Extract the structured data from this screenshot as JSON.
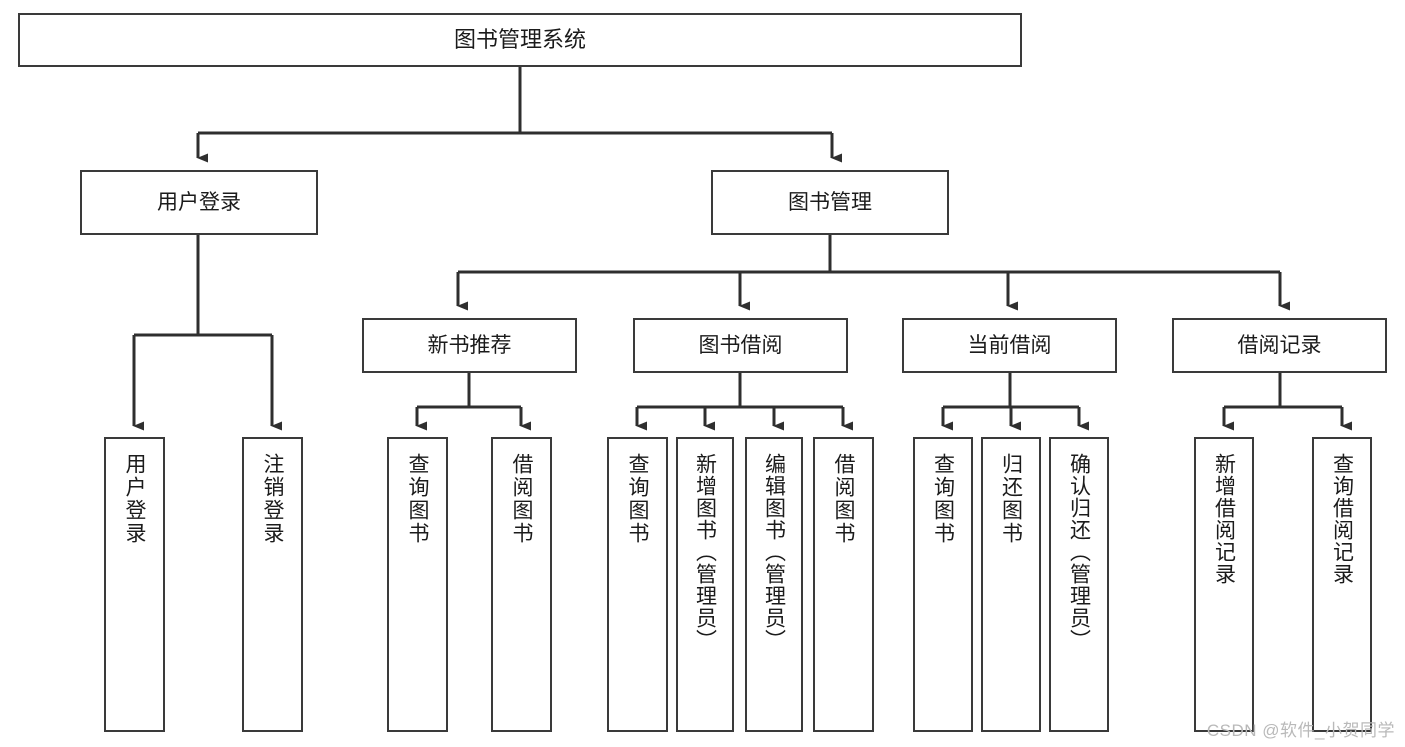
{
  "diagram": {
    "type": "tree",
    "title": "图书管理系统",
    "root": {
      "label": "图书管理系统"
    },
    "level2": [
      {
        "label": "用户登录"
      },
      {
        "label": "图书管理"
      }
    ],
    "level3": [
      {
        "label": "新书推荐"
      },
      {
        "label": "图书借阅"
      },
      {
        "label": "当前借阅"
      },
      {
        "label": "借阅记录"
      }
    ],
    "leaves": {
      "user_login": [
        {
          "label": "用户登录"
        },
        {
          "label": "注销登录"
        }
      ],
      "new_book_recommend": [
        {
          "label": "查询图书"
        },
        {
          "label": "借阅图书"
        }
      ],
      "book_borrow": [
        {
          "label": "查询图书"
        },
        {
          "label": "新增图书（管理员）"
        },
        {
          "label": "编辑图书（管理员）"
        },
        {
          "label": "借阅图书"
        }
      ],
      "current_borrow": [
        {
          "label": "查询图书"
        },
        {
          "label": "归还图书"
        },
        {
          "label": "确认归还（管理员）"
        }
      ],
      "borrow_record": [
        {
          "label": "新增借阅记录"
        },
        {
          "label": "查询借阅记录"
        }
      ]
    }
  },
  "watermark": {
    "text": "CSDN @软件_小贺同学"
  },
  "colors": {
    "background": "#ffffff",
    "node_border": "#3a3a3a",
    "node_fill": "#ffffff",
    "edge": "#2f2f2f",
    "text": "#1b1b1b",
    "watermark": "#b9b9b9"
  }
}
